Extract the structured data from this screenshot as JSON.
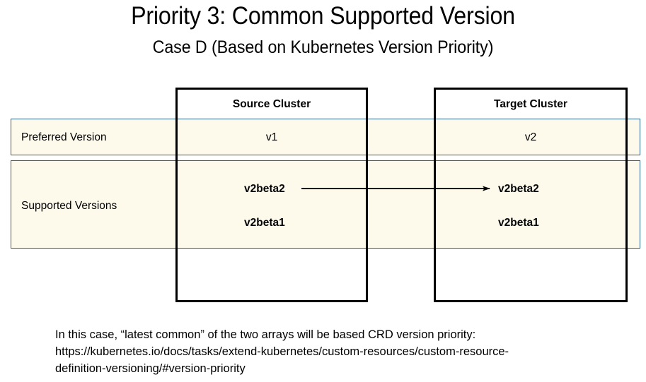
{
  "slide": {
    "title": "Priority 3: Common Supported Version",
    "subtitle": "Case D (Based on Kubernetes Version Priority)"
  },
  "colors": {
    "cream_fill": "#FDFAEC",
    "table_border": "#2E5C8A",
    "box_border": "#000000",
    "text": "#000000",
    "background": "#FFFFFF"
  },
  "table": {
    "columns": [
      {
        "key": "row_label",
        "header": ""
      },
      {
        "key": "source",
        "header": "Source Cluster"
      },
      {
        "key": "target",
        "header": "Target Cluster"
      }
    ],
    "rows": [
      {
        "label": "Preferred Version",
        "source": "v1",
        "target": "v2"
      },
      {
        "label": "Supported Versions",
        "source_versions": [
          "v2beta2",
          "v2beta1"
        ],
        "target_versions": [
          "v2beta2",
          "v2beta1"
        ]
      }
    ]
  },
  "arrow": {
    "name": "mapping-arrow",
    "from_label": "v2beta2",
    "to_label": "v2beta2",
    "direction": "left-to-right"
  },
  "footer": {
    "lines": [
      "In this case, “latest common” of the two arrays will be based CRD version priority:",
      "https://kubernetes.io/docs/tasks/extend-kubernetes/custom-resources/custom-resource-",
      "definition-versioning/#version-priority"
    ]
  }
}
